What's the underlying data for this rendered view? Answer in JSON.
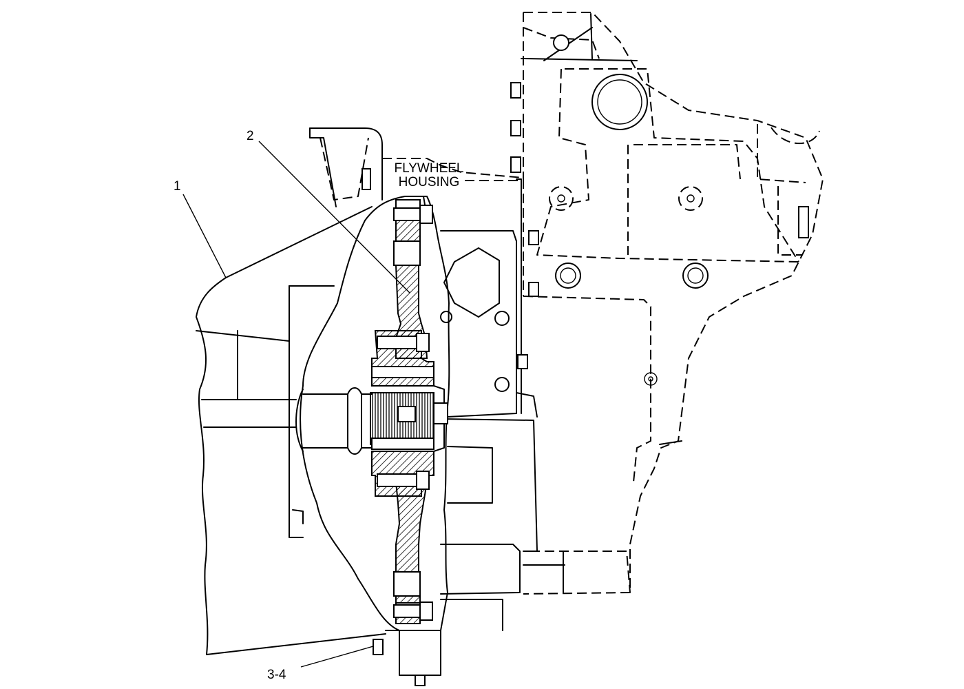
{
  "diagram": {
    "callouts": {
      "part_1": "1",
      "part_2": "2",
      "part_3_4": "3-4"
    },
    "flywheel_housing_label": {
      "line1": "FLYWHEEL",
      "line2": "HOUSING"
    }
  }
}
